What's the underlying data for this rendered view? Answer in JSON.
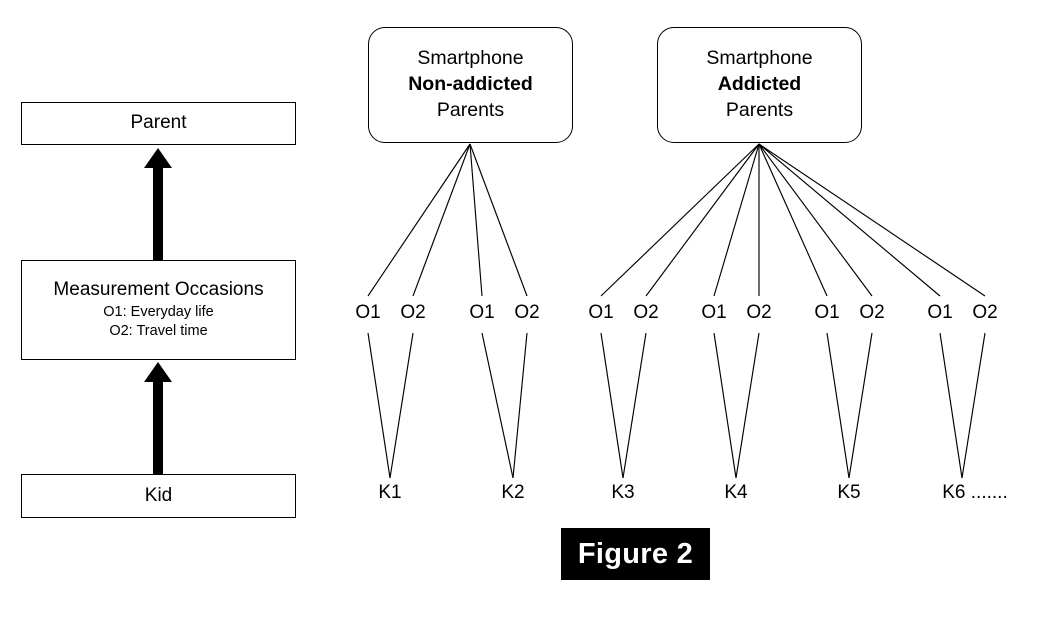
{
  "figure": {
    "caption": "Figure 2",
    "caption_bg_color": "#000000",
    "caption_text_color": "#ffffff",
    "stroke_color": "#000000",
    "background_color": "#ffffff"
  },
  "left_panel": {
    "levels": [
      {
        "id": "parent",
        "label": "Parent",
        "sublines": []
      },
      {
        "id": "measurement-occasions",
        "label": "Measurement Occasions",
        "sublines": [
          "O1: Everyday life",
          "O2: Travel time"
        ]
      },
      {
        "id": "kid",
        "label": "Kid",
        "sublines": []
      }
    ],
    "arrows": [
      {
        "from": "measurement-occasions",
        "to": "parent"
      },
      {
        "from": "kid",
        "to": "measurement-occasions"
      }
    ]
  },
  "right_panel": {
    "groups": [
      {
        "id": "non-addicted",
        "line1": "Smartphone",
        "line2": "Non-addicted",
        "line3": "Parents",
        "kids": [
          "K1",
          "K2"
        ],
        "occasions_per_kid": [
          "O1",
          "O2"
        ],
        "edge_count": 4
      },
      {
        "id": "addicted",
        "line1": "Smartphone",
        "line2": "Addicted",
        "line3": "Parents",
        "kids": [
          "K3",
          "K4",
          "K5",
          "K6 ......."
        ],
        "occasions_per_kid": [
          "O1",
          "O2"
        ],
        "edge_count": 8
      }
    ],
    "occasion_labels": [
      "O1",
      "O2",
      "O1",
      "O2",
      "O1",
      "O2",
      "O1",
      "O2",
      "O1",
      "O2",
      "O1",
      "O2"
    ],
    "kid_labels": [
      "K1",
      "K2",
      "K3",
      "K4",
      "K5",
      "K6 ......."
    ]
  }
}
